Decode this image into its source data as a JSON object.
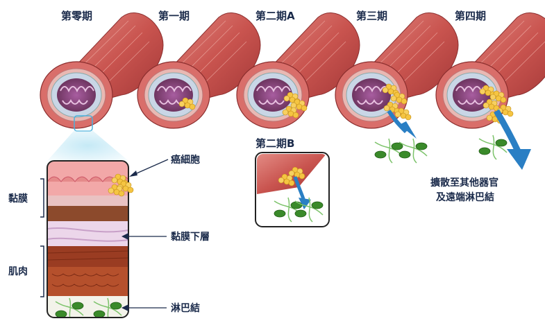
{
  "stages": [
    {
      "title": "第零期"
    },
    {
      "title": "第一期"
    },
    {
      "title": "第二期A"
    },
    {
      "title": "第三期"
    },
    {
      "title": "第四期"
    }
  ],
  "stage_2b": {
    "title": "第二期B"
  },
  "labels": {
    "cancer_cells": "癌細胞",
    "mucosa": "黏膜",
    "submucosa": "黏膜下層",
    "muscle": "肌肉",
    "lymph_node": "淋巴結",
    "spread_line1": "擴散至其他器官",
    "spread_line2": "及遠端淋巴結"
  },
  "colors": {
    "muscle_red": "#c84a4a",
    "tube_pink": "#e8a0a0",
    "cancer_yellow": "#f5c542",
    "arrow_blue": "#2a7fc4",
    "lymph_green": "#3a8a2a",
    "text_navy": "#1a2a4a"
  }
}
